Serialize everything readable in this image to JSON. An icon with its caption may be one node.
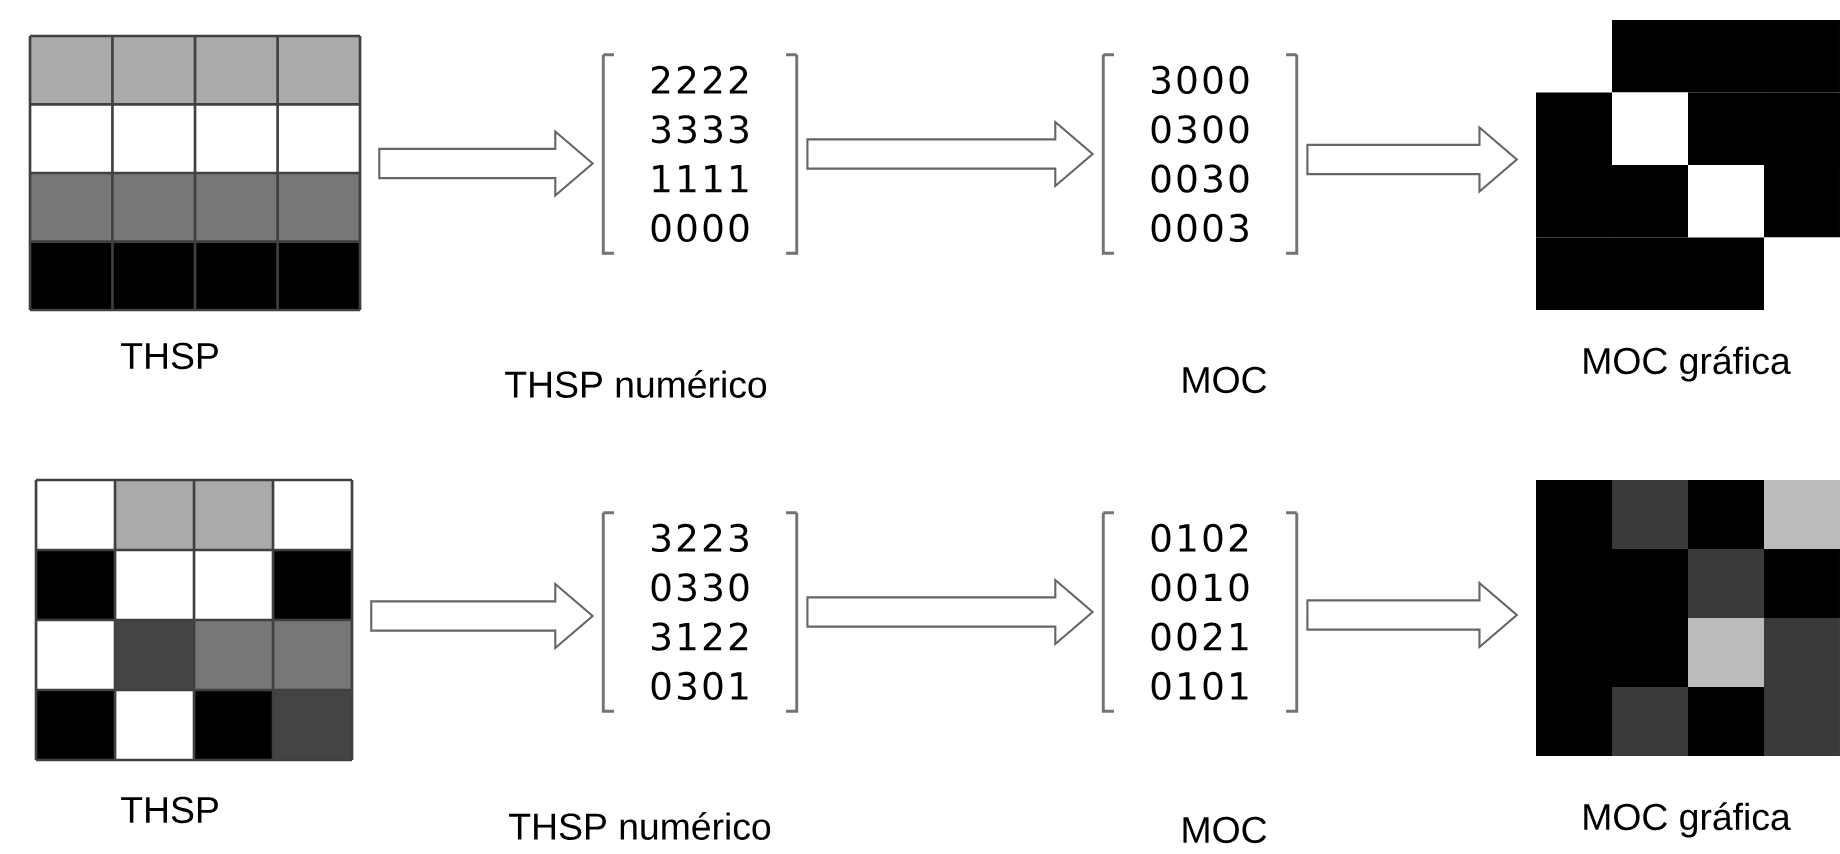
{
  "diagram": {
    "nodes": [
      {
        "text": [
          "THSP"
        ]
      },
      {
        "text": [
          "2222",
          "3333",
          "1111",
          "0000",
          "THSP numérico"
        ]
      },
      {
        "text": [
          "3000",
          "0300",
          "0030",
          "0003",
          "MOC"
        ]
      },
      {
        "text": [
          "MOC gráfica"
        ]
      },
      {
        "text": [
          "THSP"
        ]
      },
      {
        "text": [
          "3223",
          "0330",
          "3122",
          "0301",
          "THSP numérico"
        ]
      },
      {
        "text": [
          "0102",
          "0010",
          "0021",
          "0101",
          "MOC"
        ]
      },
      {
        "text": [
          "MOC gráfica"
        ]
      }
    ],
    "edges": [
      {
        "from": 0,
        "to": 1,
        "arrow": "to"
      },
      {
        "from": 1,
        "to": 2,
        "arrow": "to"
      },
      {
        "from": 2,
        "to": 3,
        "arrow": "to"
      },
      {
        "from": 4,
        "to": 5,
        "arrow": "to"
      },
      {
        "from": 5,
        "to": 6,
        "arrow": "to"
      },
      {
        "from": 6,
        "to": 7,
        "arrow": "to"
      }
    ]
  }
}
